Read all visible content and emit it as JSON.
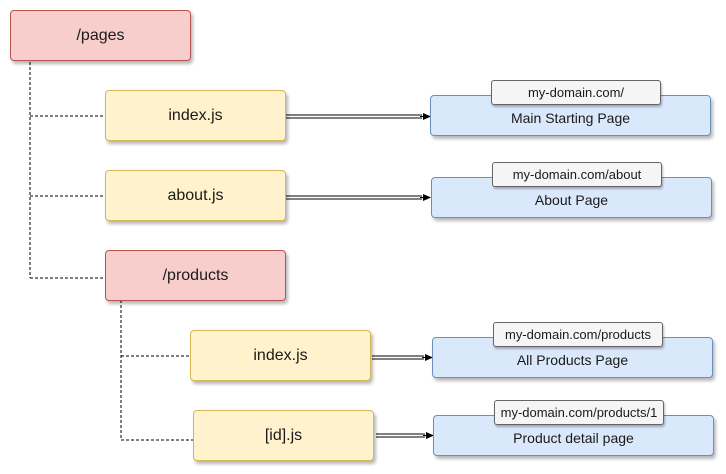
{
  "tree": {
    "root_folder": "/pages",
    "files": [
      {
        "file": "index.js",
        "url": "my-domain.com/",
        "page": "Main Starting Page"
      },
      {
        "file": "about.js",
        "url": "my-domain.com/about",
        "page": "About Page"
      }
    ],
    "sub_folder": "/products",
    "sub_files": [
      {
        "file": "index.js",
        "url": "my-domain.com/products",
        "page": "All Products Page"
      },
      {
        "file": "[id].js",
        "url": "my-domain.com/products/1",
        "page": "Product detail page"
      }
    ]
  },
  "colors": {
    "folder_fill": "#f8cecc",
    "folder_stroke": "#b85450",
    "file_fill": "#fff2cc",
    "file_stroke": "#d6b656",
    "page_fill": "#dae8fc",
    "page_stroke": "#6c8ebf",
    "url_fill": "#f5f5f5",
    "url_stroke": "#666666",
    "connector": "#000000"
  }
}
